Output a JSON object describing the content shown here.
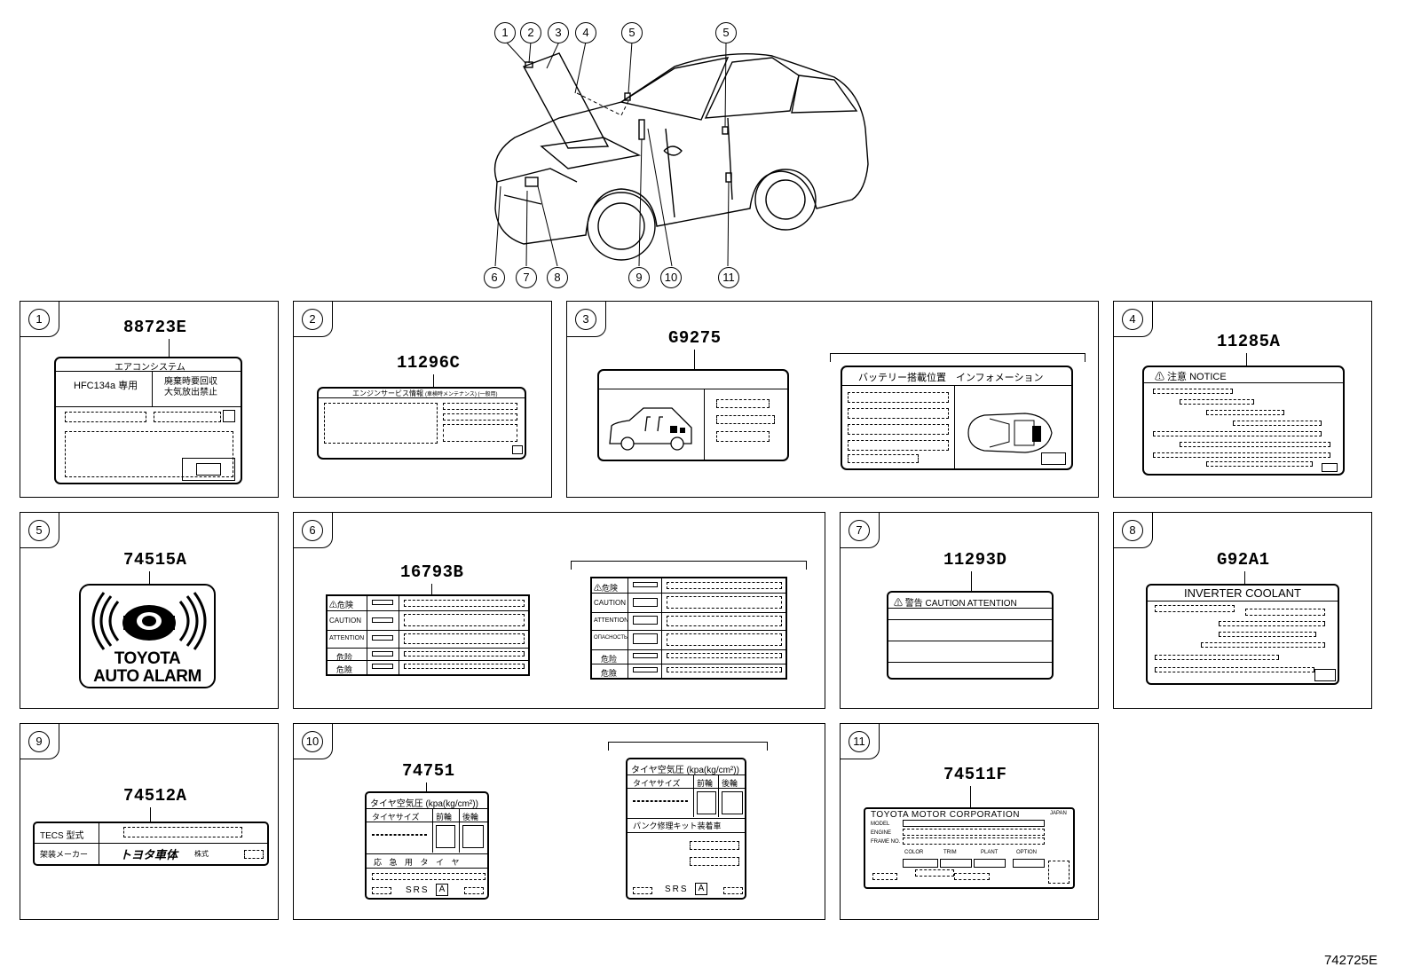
{
  "diagram_code": "742725E",
  "callouts_top": [
    "1",
    "2",
    "3",
    "4",
    "5",
    "5"
  ],
  "callouts_bottom": [
    "6",
    "7",
    "8",
    "9",
    "10",
    "11"
  ],
  "panels": [
    {
      "num": "1",
      "code": "88723E",
      "texts": {
        "title": "エアコンシステム",
        "refrigerant": "HFC134a 専用",
        "notice_1": "廃棄時要回収",
        "notice_2": "大気放出禁止"
      }
    },
    {
      "num": "2",
      "code": "11296C",
      "texts": {
        "title": "エンジンサービス情報",
        "title_2": "(車検時メンテナンス) (一般用)"
      }
    },
    {
      "num": "3",
      "code": "G9275",
      "texts": {
        "title_b": "バッテリー搭載位置　インフォメーション"
      }
    },
    {
      "num": "4",
      "code": "11285A",
      "texts": {
        "title": "⚠ 注意 NOTICE"
      }
    },
    {
      "num": "5",
      "code": "74515A",
      "texts": {
        "line1": "TOYOTA",
        "line2": "AUTO ALARM"
      }
    },
    {
      "num": "6",
      "code": "16793B",
      "texts": {
        "r1": "⚠危険",
        "r2": "CAUTION",
        "r3": "ATTENTION",
        "r3b": "ОПАСНОСТЬ",
        "r4": "危险",
        "r5": "危險"
      }
    },
    {
      "num": "7",
      "code": "11293D",
      "texts": {
        "title": "⚠ 警告 CAUTION ATTENTION"
      }
    },
    {
      "num": "8",
      "code": "G92A1",
      "texts": {
        "title": "INVERTER COOLANT"
      }
    },
    {
      "num": "9",
      "code": "74512A",
      "texts": {
        "row1": "TECS 型式",
        "row2": "架装メーカー",
        "brand": "トヨタ車体",
        "brand_suffix": "株式"
      }
    },
    {
      "num": "10",
      "code": "74751",
      "texts": {
        "title": "タイヤ空気圧 (kpa(kg/cm²))",
        "size": "タイヤサイズ",
        "front": "前輪",
        "rear": "後輪",
        "spare": "応 急 用 タ イ ヤ",
        "srs": "SRS",
        "a": "A",
        "repair": "パンク修理キット装着車"
      }
    },
    {
      "num": "11",
      "code": "74511F",
      "texts": {
        "title": "TOYOTA MOTOR CORPORATION",
        "japan": "JAPAN",
        "model": "MODEL",
        "engine": "ENGINE",
        "frame": "FRAME NO.",
        "color": "COLOR",
        "trim": "TRIM",
        "plant": "PLANT",
        "option": "OPTION"
      }
    }
  ]
}
